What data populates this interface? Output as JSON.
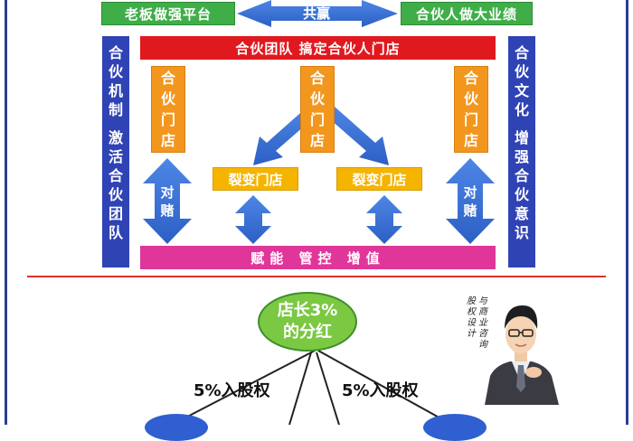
{
  "top": {
    "left_label": "老板做强平台",
    "right_label": "合伙人做大业绩",
    "center_label": "共赢"
  },
  "red_bar": "合伙团队  搞定合伙人门店",
  "left_column": {
    "top": [
      "合",
      "伙",
      "机",
      "制"
    ],
    "bottom": [
      "激",
      "活",
      "合",
      "伙",
      "团",
      "队"
    ]
  },
  "right_column": {
    "top": [
      "合",
      "伙",
      "文",
      "化"
    ],
    "bottom": [
      "增",
      "强",
      "合",
      "伙",
      "意",
      "识"
    ]
  },
  "orange_boxes": [
    [
      "合",
      "伙",
      "门",
      "店"
    ],
    [
      "合",
      "伙",
      "门",
      "店"
    ],
    [
      "合",
      "伙",
      "门",
      "店"
    ]
  ],
  "split_stores": [
    "裂变门店",
    "裂变门店"
  ],
  "bet_label": [
    "对",
    "赌"
  ],
  "pink_bar": "赋能  管控  增值",
  "bottom": {
    "circle_lines": [
      "店长3%",
      "的分红"
    ],
    "left_pct": "5%入股权",
    "right_pct": "5%入股权",
    "vertical_text_1": [
      "股",
      "权",
      "设",
      "计"
    ],
    "vertical_text_2": [
      "与",
      "商",
      "业",
      "咨",
      "询"
    ]
  },
  "colors": {
    "blue_frame": "#2a3f8f",
    "green": "#3fae49",
    "red": "#e0191f",
    "pink": "#e0369a",
    "orange": "#f3961e",
    "yellow": "#f5b400",
    "arrow_blue": "#3a6fd8"
  }
}
